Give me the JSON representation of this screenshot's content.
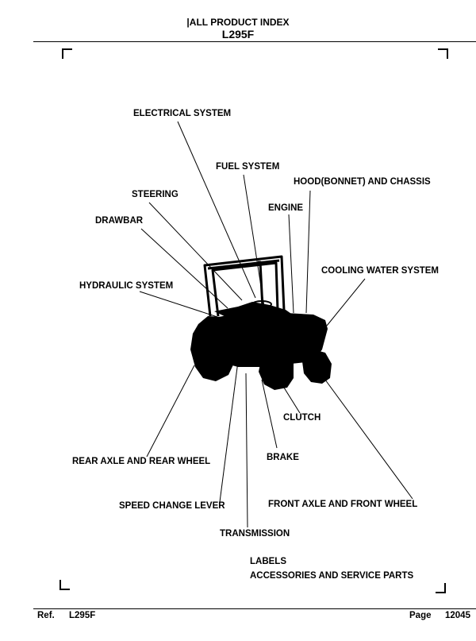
{
  "header": {
    "title": "|ALL PRODUCT INDEX",
    "model": "L295F"
  },
  "labels": {
    "electrical": "ELECTRICAL SYSTEM",
    "fuel": "FUEL SYSTEM",
    "hood": "HOOD(BONNET) AND CHASSIS",
    "steering": "STEERING",
    "engine": "ENGINE",
    "drawbar": "DRAWBAR",
    "cooling": "COOLING WATER SYSTEM",
    "hydraulic": "HYDRAULIC SYSTEM",
    "clutch": "CLUTCH",
    "rear_axle": "REAR AXLE AND REAR WHEEL",
    "brake": "BRAKE",
    "speed_change": "SPEED CHANGE LEVER",
    "front_axle": "FRONT AXLE AND FRONT WHEEL",
    "transmission": "TRANSMISSION",
    "labels_item": "LABELS",
    "accessories": "ACCESSORIES AND SERVICE PARTS"
  },
  "footer": {
    "ref_label": "Ref.",
    "ref_value": "L295F",
    "page_label": "Page",
    "page_value": "12045"
  }
}
